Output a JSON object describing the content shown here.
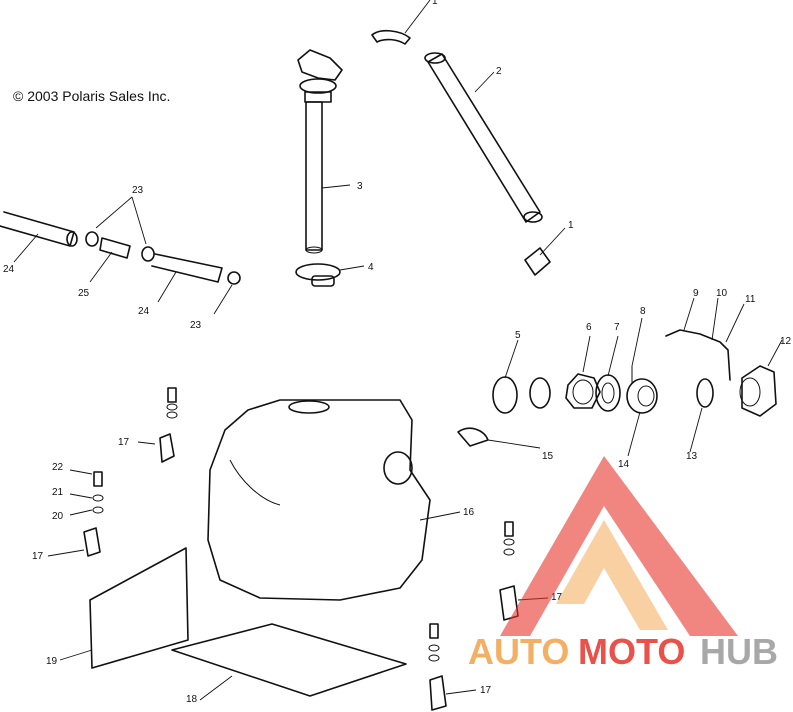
{
  "copyright": "© 2003 Polaris Sales Inc.",
  "callouts": {
    "c1": "1",
    "c2": "2",
    "c3": "3",
    "c4": "4",
    "c5": "5",
    "c6": "6",
    "c7": "7",
    "c8": "8",
    "c9": "9",
    "c10": "10",
    "c11": "11",
    "c12": "12",
    "c13": "13",
    "c14": "14",
    "c15": "15",
    "c16": "16",
    "c17a": "17",
    "c17b": "17",
    "c17c": "17",
    "c17d": "17",
    "c18": "18",
    "c19": "19",
    "c20": "20",
    "c21": "21",
    "c22": "22",
    "c23a": "23",
    "c23b": "23",
    "c24a": "24",
    "c24b": "24",
    "c25": "25"
  },
  "watermark": {
    "part1": "AUTO",
    "part2": "MOTO",
    "part3": "HUB",
    "colors": {
      "orange": "#f2a24a",
      "red": "#e8332c",
      "gray": "#9a9a9a"
    }
  }
}
